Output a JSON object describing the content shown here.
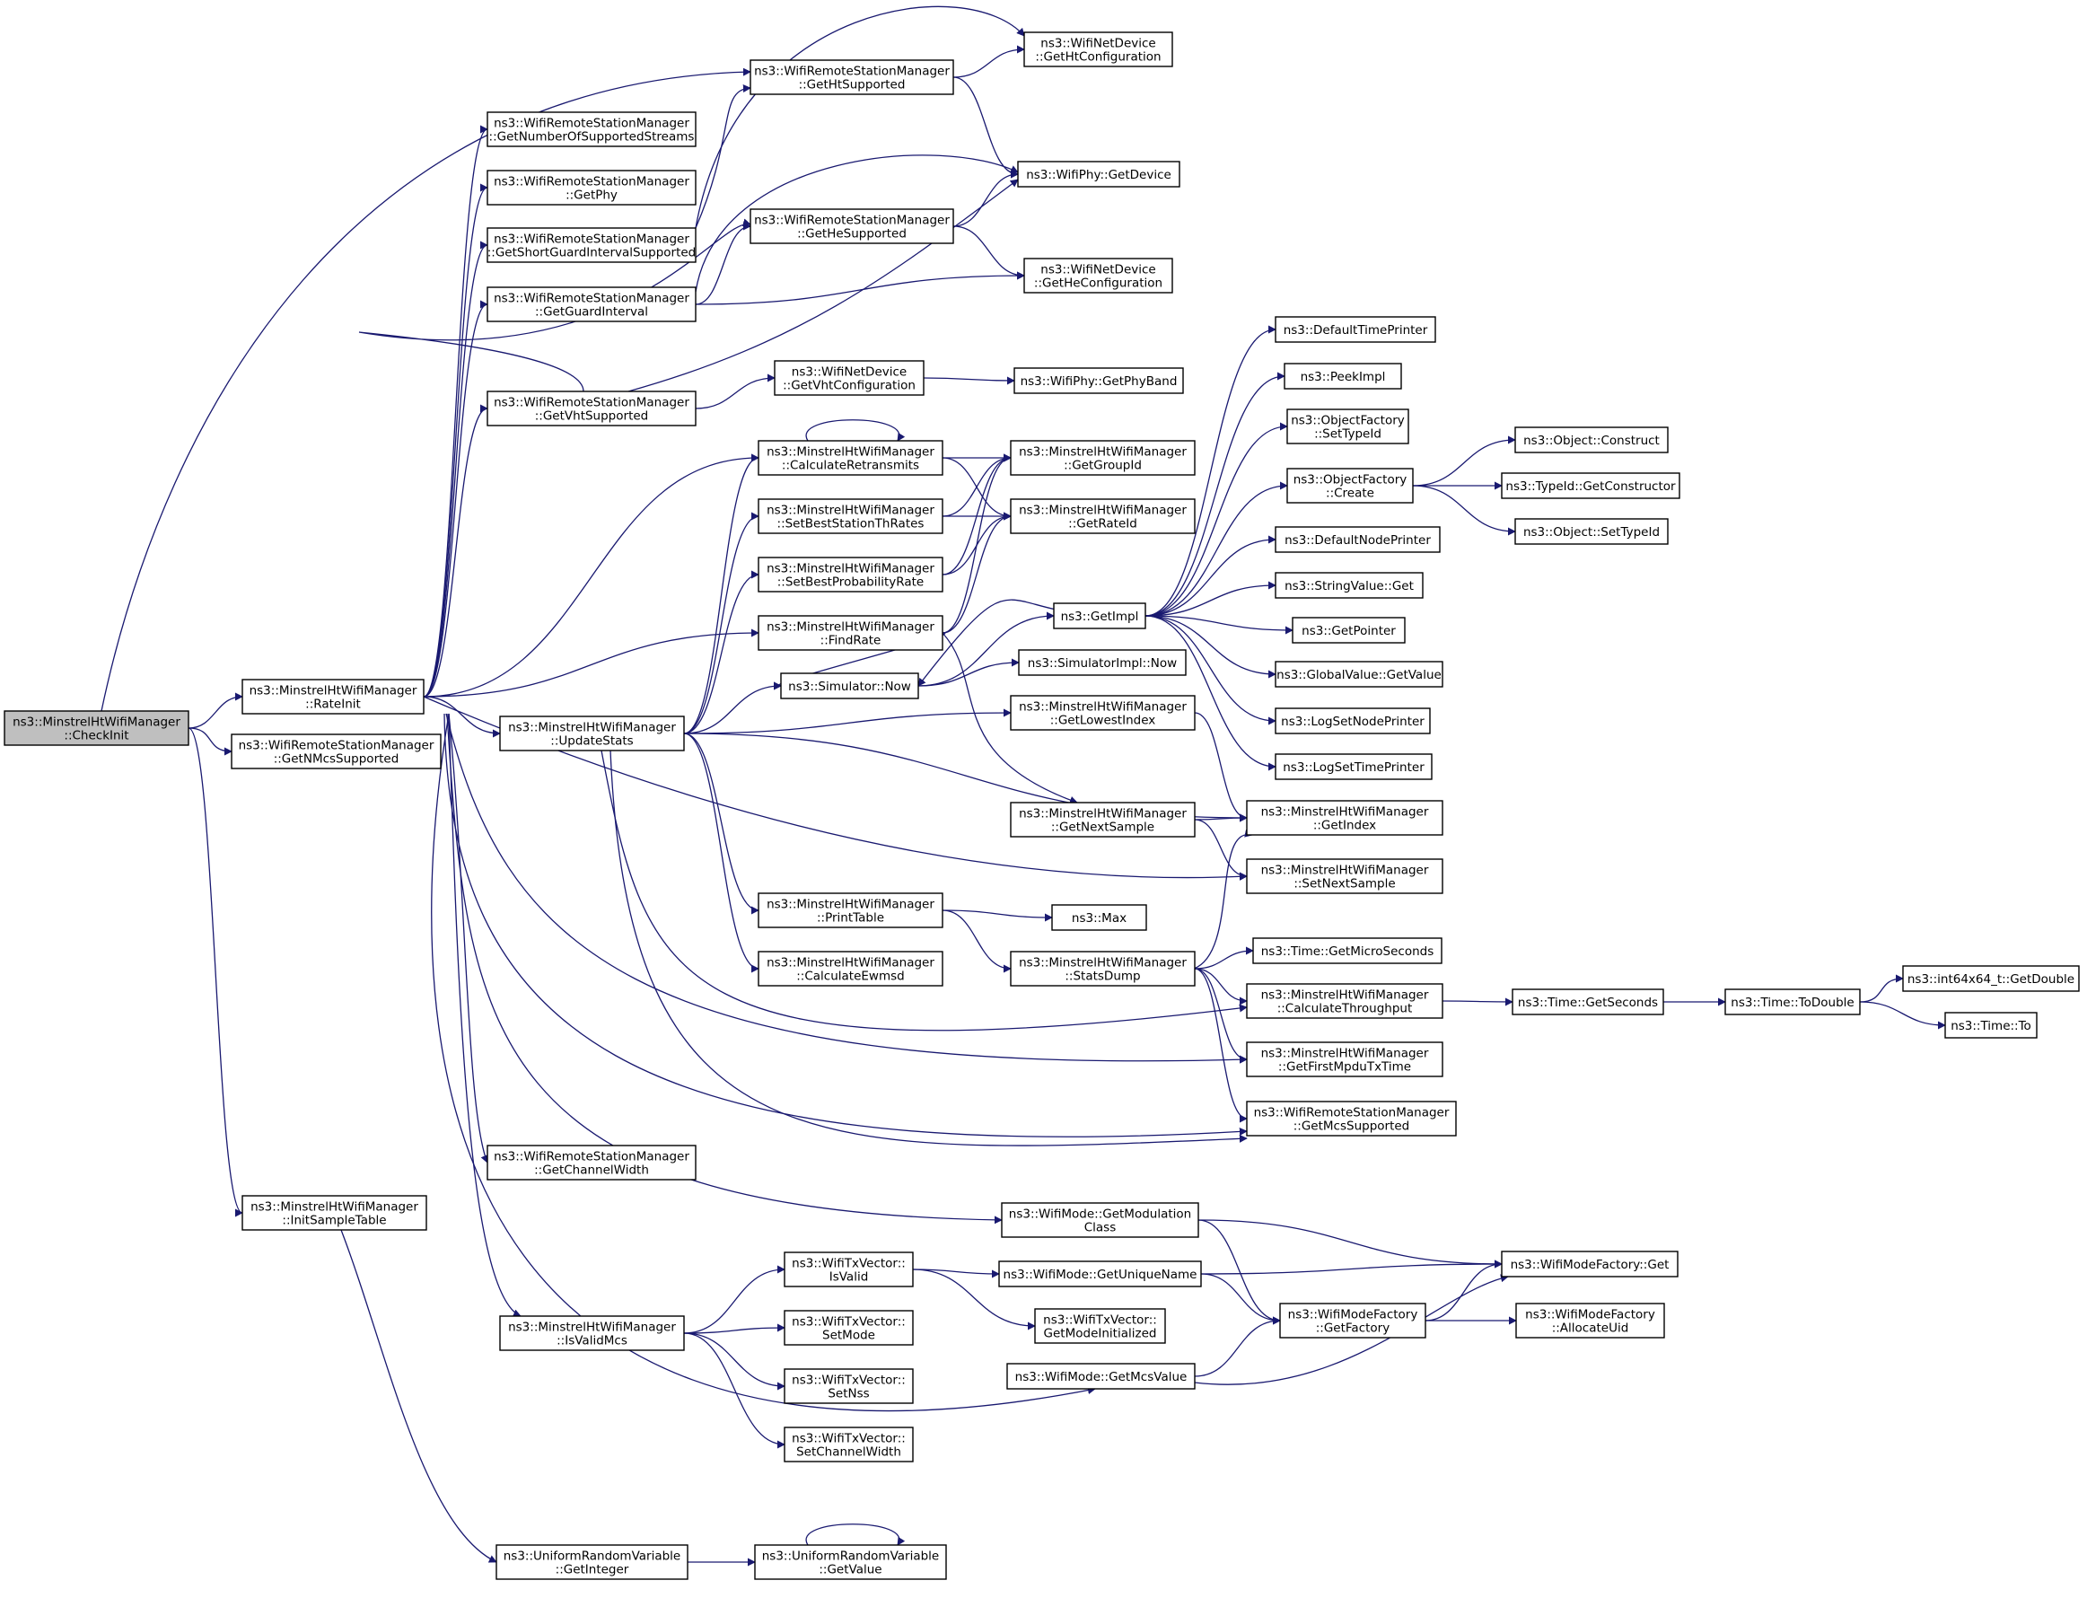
{
  "colors": {
    "edge": "#191970",
    "node_border": "#000000",
    "node_border_external": "#ff0000",
    "node_fill": "#ffffff",
    "node_fill_root": "#bfbfbf"
  },
  "nodes": [
    {
      "id": "checkinit",
      "lines": [
        "ns3::MinstrelHtWifiManager",
        "::CheckInit"
      ],
      "style": "root"
    },
    {
      "id": "rateinit",
      "lines": [
        "ns3::MinstrelHtWifiManager",
        "::RateInit"
      ],
      "style": "normal"
    },
    {
      "id": "getnmcs",
      "lines": [
        "ns3::WifiRemoteStationManager",
        "::GetNMcsSupported"
      ],
      "style": "normal"
    },
    {
      "id": "initsample",
      "lines": [
        "ns3::MinstrelHtWifiManager",
        "::InitSampleTable"
      ],
      "style": "normal"
    },
    {
      "id": "getnumstreams",
      "lines": [
        "ns3::WifiRemoteStationManager",
        "::GetNumberOfSupportedStreams"
      ],
      "style": "normal"
    },
    {
      "id": "getphy",
      "lines": [
        "ns3::WifiRemoteStationManager",
        "::GetPhy"
      ],
      "style": "normal"
    },
    {
      "id": "getsgi",
      "lines": [
        "ns3::WifiRemoteStationManager",
        "::GetShortGuardIntervalSupported"
      ],
      "style": "normal"
    },
    {
      "id": "getgi",
      "lines": [
        "ns3::WifiRemoteStationManager",
        "::GetGuardInterval"
      ],
      "style": "normal"
    },
    {
      "id": "getvht",
      "lines": [
        "ns3::WifiRemoteStationManager",
        "::GetVhtSupported"
      ],
      "style": "normal"
    },
    {
      "id": "updatestats",
      "lines": [
        "ns3::MinstrelHtWifiManager",
        "::UpdateStats"
      ],
      "style": "normal"
    },
    {
      "id": "getchwidth",
      "lines": [
        "ns3::WifiRemoteStationManager",
        "::GetChannelWidth"
      ],
      "style": "normal"
    },
    {
      "id": "isvalidmcs",
      "lines": [
        "ns3::MinstrelHtWifiManager",
        "::IsValidMcs"
      ],
      "style": "normal"
    },
    {
      "id": "uniformint",
      "lines": [
        "ns3::UniformRandomVariable",
        "::GetInteger"
      ],
      "style": "normal"
    },
    {
      "id": "getht",
      "lines": [
        "ns3::WifiRemoteStationManager",
        "::GetHtSupported"
      ],
      "style": "normal"
    },
    {
      "id": "gethe",
      "lines": [
        "ns3::WifiRemoteStationManager",
        "::GetHeSupported"
      ],
      "style": "normal"
    },
    {
      "id": "getvhtconf",
      "lines": [
        "ns3::WifiNetDevice",
        "::GetVhtConfiguration"
      ],
      "style": "normal"
    },
    {
      "id": "calcretrans",
      "lines": [
        "ns3::MinstrelHtWifiManager",
        "::CalculateRetransmits"
      ],
      "style": "normal"
    },
    {
      "id": "setbeststath",
      "lines": [
        "ns3::MinstrelHtWifiManager",
        "::SetBestStationThRates"
      ],
      "style": "normal"
    },
    {
      "id": "setbestprob",
      "lines": [
        "ns3::MinstrelHtWifiManager",
        "::SetBestProbabilityRate"
      ],
      "style": "normal"
    },
    {
      "id": "findrate",
      "lines": [
        "ns3::MinstrelHtWifiManager",
        "::FindRate"
      ],
      "style": "normal"
    },
    {
      "id": "simnow",
      "lines": [
        "ns3::Simulator::Now"
      ],
      "style": "normal"
    },
    {
      "id": "printtable",
      "lines": [
        "ns3::MinstrelHtWifiManager",
        "::PrintTable"
      ],
      "style": "normal"
    },
    {
      "id": "calcewmsd",
      "lines": [
        "ns3::MinstrelHtWifiManager",
        "::CalculateEwmsd"
      ],
      "style": "normal"
    },
    {
      "id": "txisvalid",
      "lines": [
        "ns3::WifiTxVector::",
        "IsValid"
      ],
      "style": "normal"
    },
    {
      "id": "txsetmode",
      "lines": [
        "ns3::WifiTxVector::",
        "SetMode"
      ],
      "style": "normal"
    },
    {
      "id": "txsetnss",
      "lines": [
        "ns3::WifiTxVector::",
        "SetNss"
      ],
      "style": "normal"
    },
    {
      "id": "txsetcw",
      "lines": [
        "ns3::WifiTxVector::",
        "SetChannelWidth"
      ],
      "style": "normal"
    },
    {
      "id": "uniformval",
      "lines": [
        "ns3::UniformRandomVariable",
        "::GetValue"
      ],
      "style": "normal"
    },
    {
      "id": "gethtconf",
      "lines": [
        "ns3::WifiNetDevice",
        "::GetHtConfiguration"
      ],
      "style": "normal"
    },
    {
      "id": "getdevice",
      "lines": [
        "ns3::WifiPhy::GetDevice"
      ],
      "style": "normal"
    },
    {
      "id": "getheconf",
      "lines": [
        "ns3::WifiNetDevice",
        "::GetHeConfiguration"
      ],
      "style": "normal"
    },
    {
      "id": "getphyband",
      "lines": [
        "ns3::WifiPhy::GetPhyBand"
      ],
      "style": "normal"
    },
    {
      "id": "getgroupid",
      "lines": [
        "ns3::MinstrelHtWifiManager",
        "::GetGroupId"
      ],
      "style": "normal"
    },
    {
      "id": "getrateid",
      "lines": [
        "ns3::MinstrelHtWifiManager",
        "::GetRateId"
      ],
      "style": "normal"
    },
    {
      "id": "simimplnow",
      "lines": [
        "ns3::SimulatorImpl::Now"
      ],
      "style": "normal"
    },
    {
      "id": "getlowest",
      "lines": [
        "ns3::MinstrelHtWifiManager",
        "::GetLowestIndex"
      ],
      "style": "normal"
    },
    {
      "id": "getnextsample",
      "lines": [
        "ns3::MinstrelHtWifiManager",
        "::GetNextSample"
      ],
      "style": "normal"
    },
    {
      "id": "max",
      "lines": [
        "ns3::Max"
      ],
      "style": "normal"
    },
    {
      "id": "statsdump",
      "lines": [
        "ns3::MinstrelHtWifiManager",
        "::StatsDump"
      ],
      "style": "normal"
    },
    {
      "id": "getmodclass",
      "lines": [
        "ns3::WifiMode::GetModulation",
        "Class"
      ],
      "style": "normal"
    },
    {
      "id": "getuniquename",
      "lines": [
        "ns3::WifiMode::GetUniqueName"
      ],
      "style": "normal"
    },
    {
      "id": "getmodeinit",
      "lines": [
        "ns3::WifiTxVector::",
        "GetModeInitialized"
      ],
      "style": "normal"
    },
    {
      "id": "getmcsvalue",
      "lines": [
        "ns3::WifiMode::GetMcsValue"
      ],
      "style": "normal"
    },
    {
      "id": "getimpl",
      "lines": [
        "ns3::GetImpl"
      ],
      "style": "normal"
    },
    {
      "id": "deftimeprinter",
      "lines": [
        "ns3::DefaultTimePrinter"
      ],
      "style": "external"
    },
    {
      "id": "peekimpl",
      "lines": [
        "ns3::PeekImpl"
      ],
      "style": "normal"
    },
    {
      "id": "ofsettypeid",
      "lines": [
        "ns3::ObjectFactory",
        "::SetTypeId"
      ],
      "style": "external"
    },
    {
      "id": "ofcreate",
      "lines": [
        "ns3::ObjectFactory",
        "::Create"
      ],
      "style": "normal"
    },
    {
      "id": "defnodeprinter",
      "lines": [
        "ns3::DefaultNodePrinter"
      ],
      "style": "external"
    },
    {
      "id": "stringvalueget",
      "lines": [
        "ns3::StringValue::Get"
      ],
      "style": "normal"
    },
    {
      "id": "getpointer",
      "lines": [
        "ns3::GetPointer"
      ],
      "style": "normal"
    },
    {
      "id": "globalvalue",
      "lines": [
        "ns3::GlobalValue::GetValue"
      ],
      "style": "external"
    },
    {
      "id": "logsetnode",
      "lines": [
        "ns3::LogSetNodePrinter"
      ],
      "style": "normal"
    },
    {
      "id": "logsettime",
      "lines": [
        "ns3::LogSetTimePrinter"
      ],
      "style": "external"
    },
    {
      "id": "getindex",
      "lines": [
        "ns3::MinstrelHtWifiManager",
        "::GetIndex"
      ],
      "style": "normal"
    },
    {
      "id": "setnextsample",
      "lines": [
        "ns3::MinstrelHtWifiManager",
        "::SetNextSample"
      ],
      "style": "normal"
    },
    {
      "id": "getmicro",
      "lines": [
        "ns3::Time::GetMicroSeconds"
      ],
      "style": "external"
    },
    {
      "id": "calcthroughput",
      "lines": [
        "ns3::MinstrelHtWifiManager",
        "::CalculateThroughput"
      ],
      "style": "normal"
    },
    {
      "id": "getfirstmpdu",
      "lines": [
        "ns3::MinstrelHtWifiManager",
        "::GetFirstMpduTxTime"
      ],
      "style": "normal"
    },
    {
      "id": "getmcssupported",
      "lines": [
        "ns3::WifiRemoteStationManager",
        "::GetMcsSupported"
      ],
      "style": "normal"
    },
    {
      "id": "modefactoryget",
      "lines": [
        "ns3::WifiModeFactory::Get"
      ],
      "style": "normal"
    },
    {
      "id": "getfactory",
      "lines": [
        "ns3::WifiModeFactory",
        "::GetFactory"
      ],
      "style": "normal"
    },
    {
      "id": "objconstruct",
      "lines": [
        "ns3::Object::Construct"
      ],
      "style": "external"
    },
    {
      "id": "typeidgetctor",
      "lines": [
        "ns3::TypeId::GetConstructor"
      ],
      "style": "external"
    },
    {
      "id": "objsettypeid",
      "lines": [
        "ns3::Object::SetTypeId"
      ],
      "style": "external"
    },
    {
      "id": "getseconds",
      "lines": [
        "ns3::Time::GetSeconds"
      ],
      "style": "normal"
    },
    {
      "id": "allocateuid",
      "lines": [
        "ns3::WifiModeFactory",
        "::AllocateUid"
      ],
      "style": "normal"
    },
    {
      "id": "todouble",
      "lines": [
        "ns3::Time::ToDouble"
      ],
      "style": "normal"
    },
    {
      "id": "int64getdouble",
      "lines": [
        "ns3::int64x64_t::GetDouble"
      ],
      "style": "normal"
    },
    {
      "id": "timeto",
      "lines": [
        "ns3::Time::To"
      ],
      "style": "external"
    }
  ]
}
